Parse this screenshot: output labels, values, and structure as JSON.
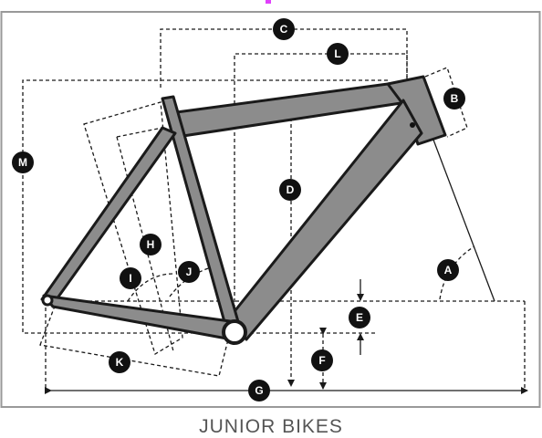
{
  "caption": "JUNIOR BIKES",
  "colors": {
    "frame_fill": "#8c8c8c",
    "outline": "#1a1a1a",
    "badge": "#111111",
    "accent_top": "#e040fb",
    "caption_text": "#555555",
    "border": "#999999"
  },
  "labels": {
    "A": "A",
    "B": "B",
    "C": "C",
    "D": "D",
    "E": "E",
    "F": "F",
    "G": "G",
    "H": "H",
    "I": "I",
    "J": "J",
    "K": "K",
    "L": "L",
    "M": "M"
  }
}
